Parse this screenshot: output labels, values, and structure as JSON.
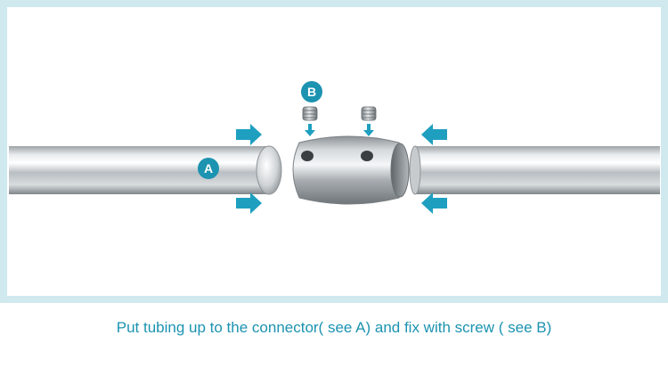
{
  "labels": {
    "tube_label": "A",
    "screw_label": "B"
  },
  "caption": "Put tubing up to the connector( see A) and fix with screw ( see B)",
  "colors": {
    "frame": "#cfe9ef",
    "accent": "#1c93b0",
    "arrow": "#1e9fc0"
  }
}
